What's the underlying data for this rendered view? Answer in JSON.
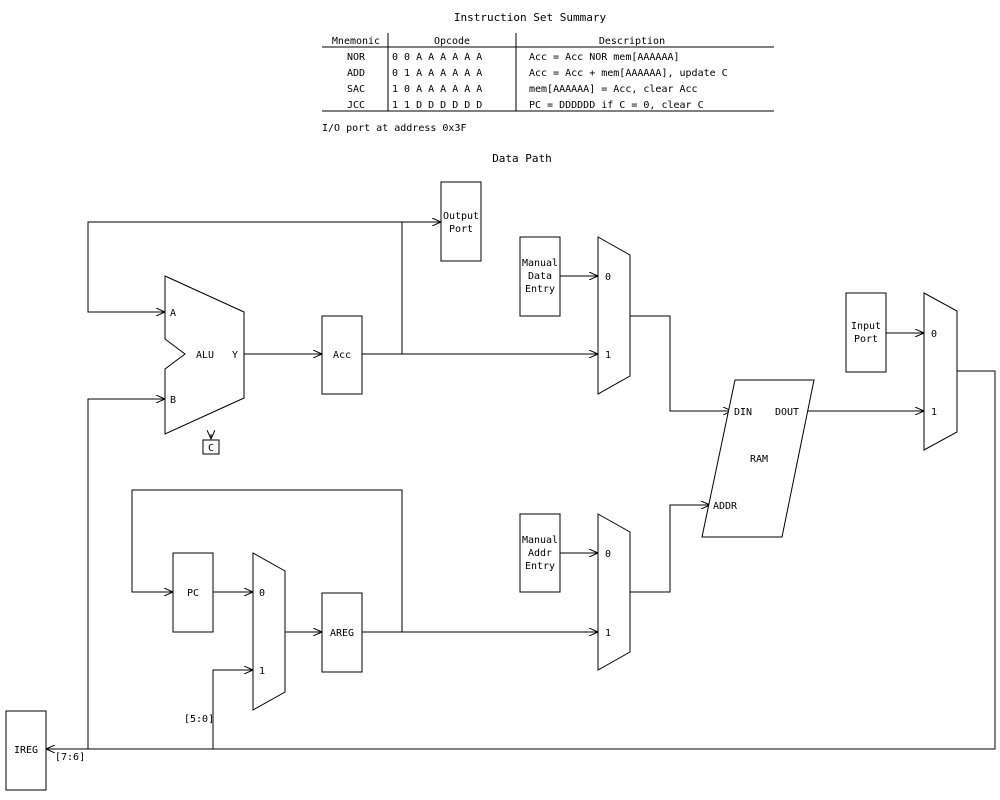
{
  "instruction_set": {
    "title": "Instruction Set Summary",
    "headers": {
      "mnemonic": "Mnemonic",
      "opcode": "Opcode",
      "description": "Description"
    },
    "rows": [
      {
        "mnemonic": "NOR",
        "opcode": "0 0 A A A A A A",
        "description": "Acc = Acc NOR mem[AAAAAA]"
      },
      {
        "mnemonic": "ADD",
        "opcode": "0 1 A A A A A A",
        "description": "Acc = Acc + mem[AAAAAA], update C"
      },
      {
        "mnemonic": "SAC",
        "opcode": "1 0 A A A A A A",
        "description": "mem[AAAAAA] = Acc, clear Acc"
      },
      {
        "mnemonic": "JCC",
        "opcode": "1 1 D D D D D D",
        "description": "PC = DDDDDD if C = 0, clear C"
      }
    ],
    "io_note": "I/O port at address 0x3F"
  },
  "datapath": {
    "title": "Data Path",
    "output_port": [
      "Output",
      "Port"
    ],
    "manual_data_entry": [
      "Manual",
      "Data",
      "Entry"
    ],
    "manual_addr_entry": [
      "Manual",
      "Addr",
      "Entry"
    ],
    "input_port": [
      "Input",
      "Port"
    ],
    "alu": {
      "label": "ALU",
      "in_a": "A",
      "in_b": "B",
      "out_y": "Y",
      "carry": "C"
    },
    "acc": "Acc",
    "pc": "PC",
    "areg": "AREG",
    "ireg": "IREG",
    "ram": {
      "label": "RAM",
      "din": "DIN",
      "dout": "DOUT",
      "addr": "ADDR"
    },
    "mux_data": {
      "in0": "0",
      "in1": "1"
    },
    "mux_addr": {
      "in0": "0",
      "in1": "1"
    },
    "mux_pc": {
      "in0": "0",
      "in1": "1"
    },
    "mux_io": {
      "in0": "0",
      "in1": "1"
    },
    "bits_low": "[5:0]",
    "bits_high": "[7:6]"
  }
}
